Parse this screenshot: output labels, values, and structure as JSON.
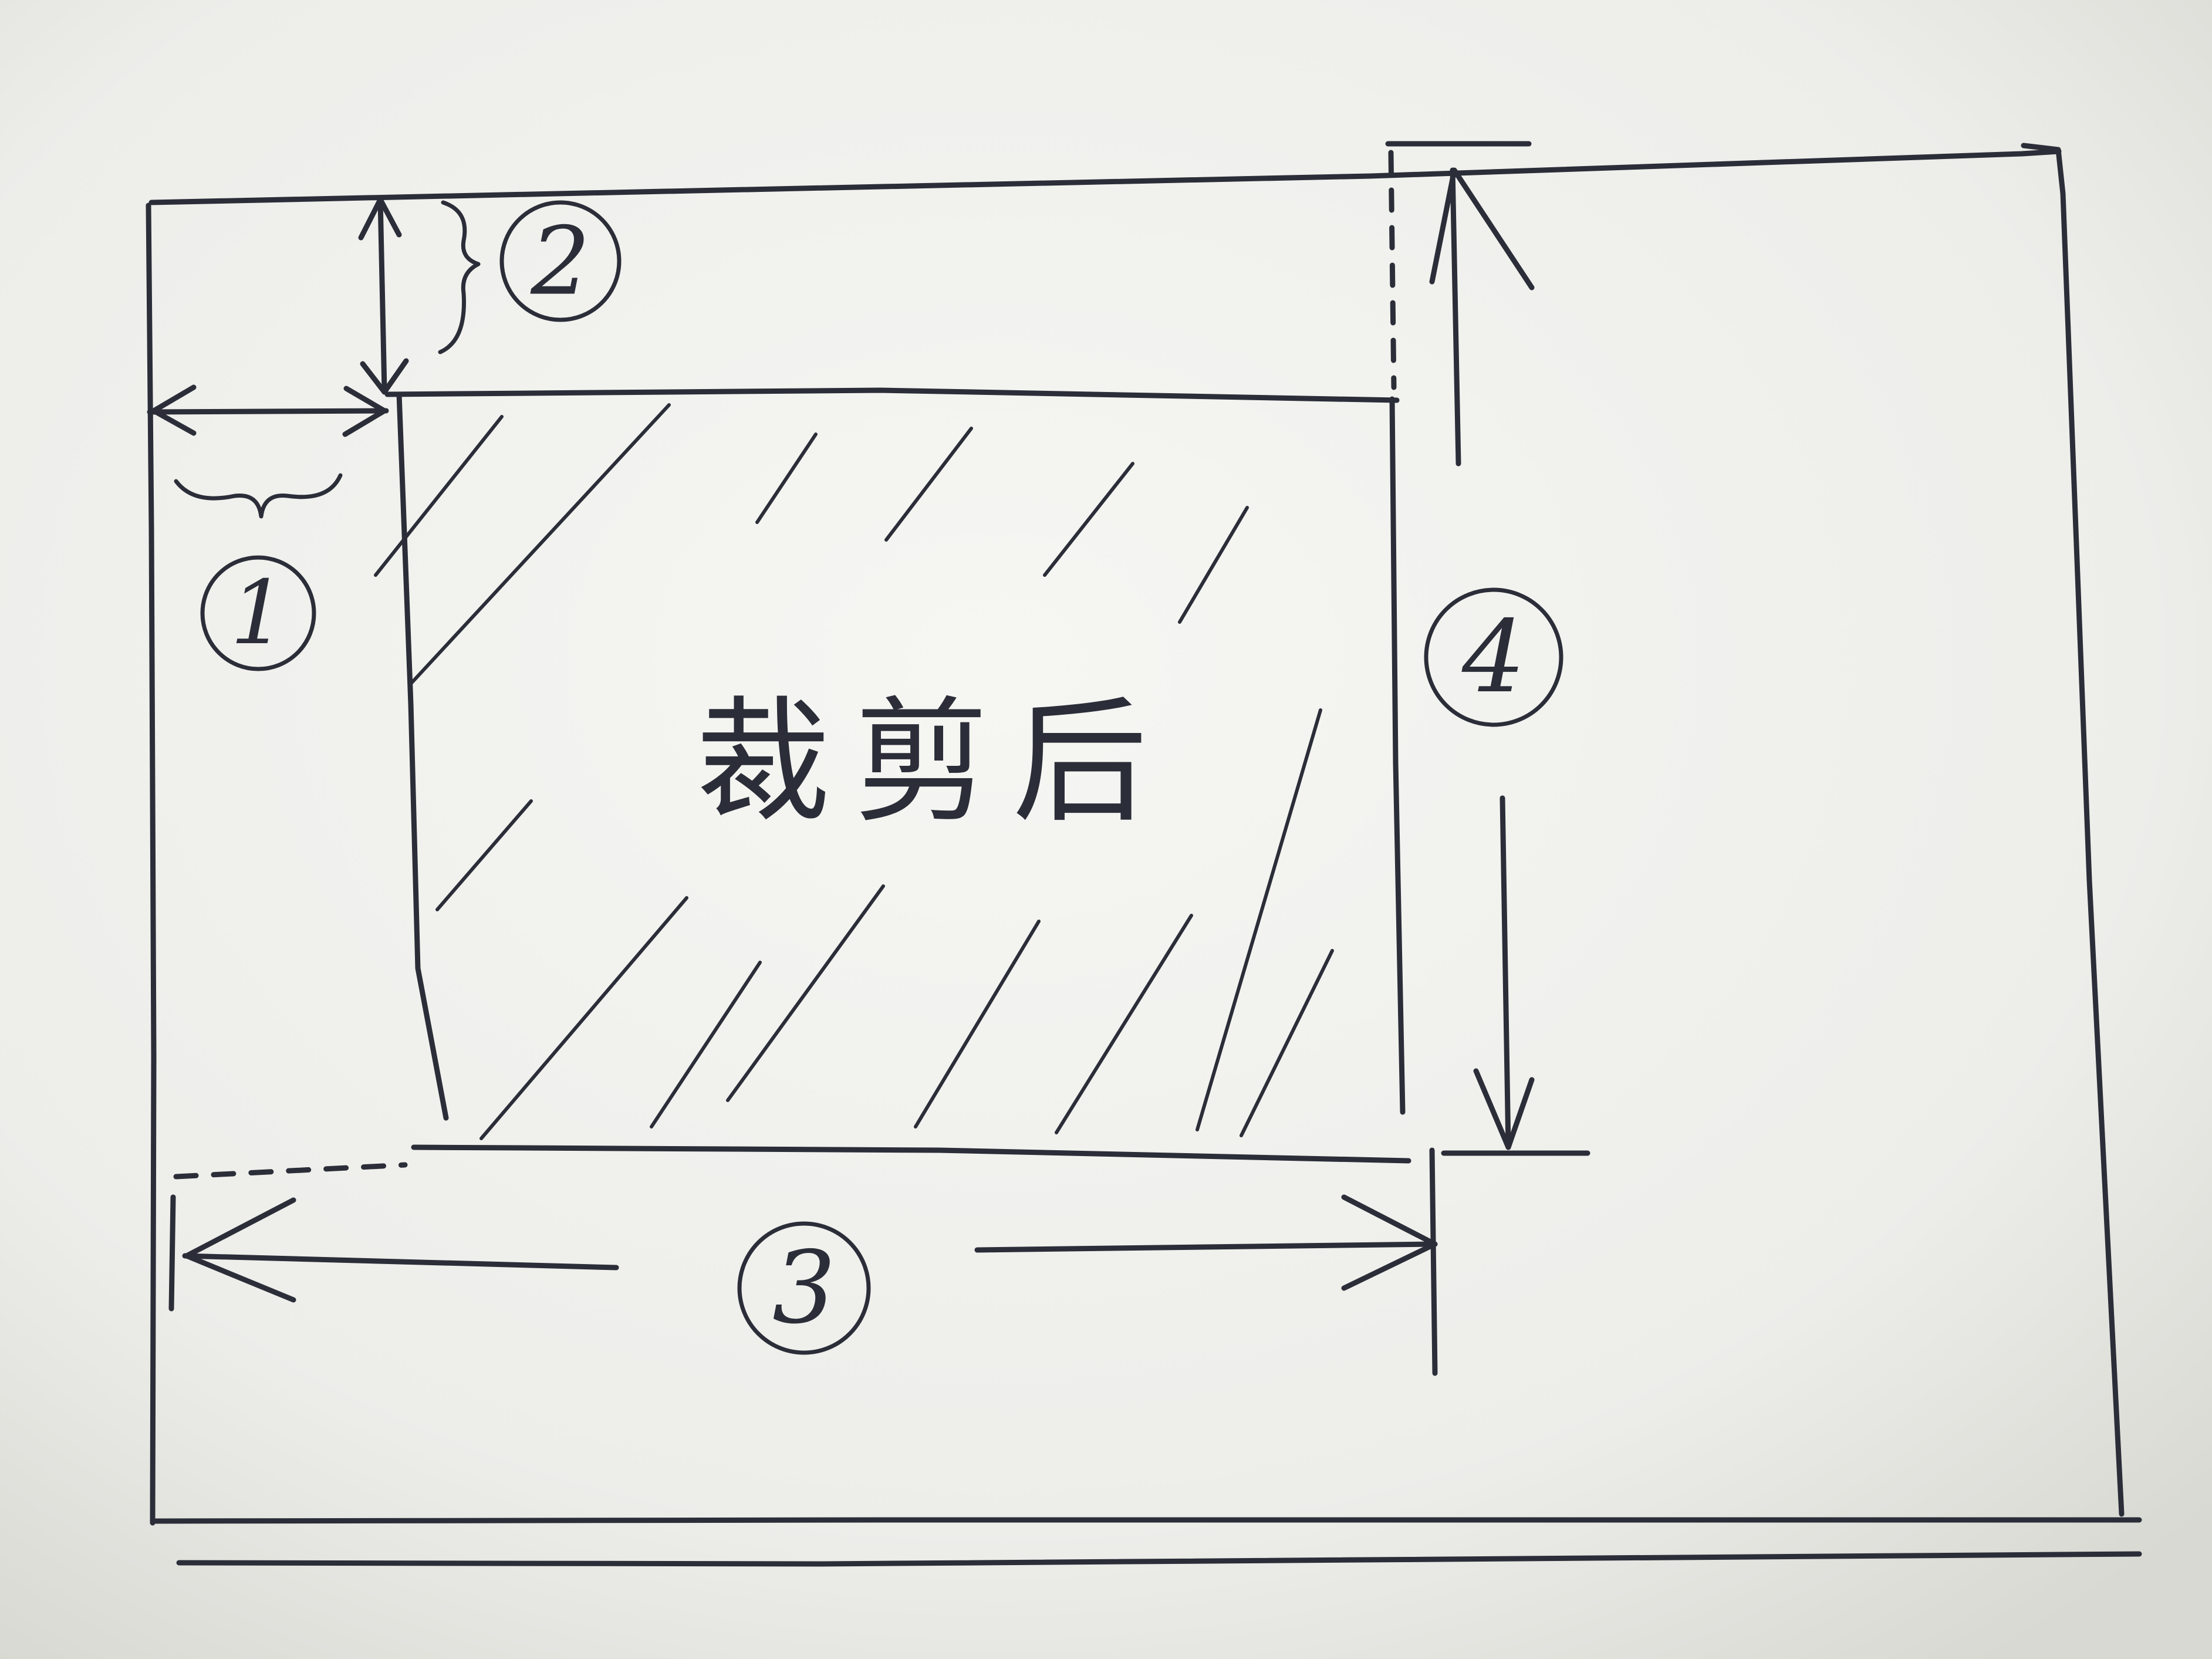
{
  "diagram": {
    "crop_label": "裁剪后",
    "markers": {
      "left_offset": "1",
      "top_offset": "2",
      "width": "3",
      "height": "4"
    },
    "colors": {
      "paper": "#f4f4f1",
      "ink": "#2b2e38"
    }
  }
}
